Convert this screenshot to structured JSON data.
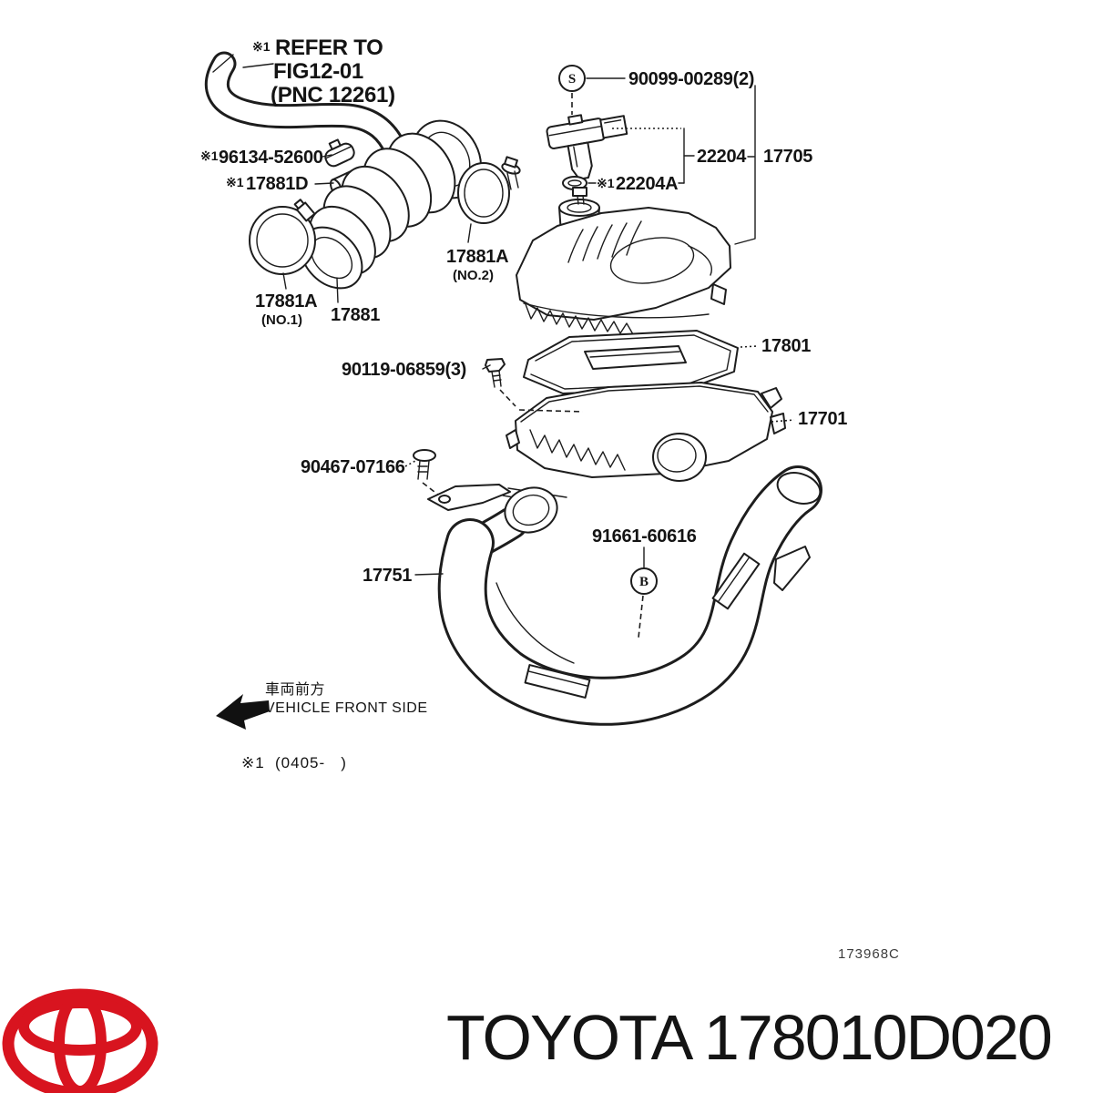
{
  "palette": {
    "ink": "#1d1d1d",
    "red": "#d8141f",
    "gray": "#3c3c3c"
  },
  "note": {
    "prefix": "※1",
    "line1": "REFER TO",
    "line2": "FIG12-01",
    "line3": "(PNC 12261)"
  },
  "callouts": {
    "hose_clamp": {
      "prefix": "※1",
      "number": "96134-52600"
    },
    "hose_connector": {
      "prefix": "※1",
      "number": "17881D"
    },
    "clamp_no1": {
      "number": "17881A",
      "note": "(NO.1)"
    },
    "air_hose": {
      "number": "17881"
    },
    "clamp_no2": {
      "number": "17881A",
      "note": "(NO.2)"
    },
    "sensor_screw": {
      "number": "90099-00289(2)",
      "marker": "S"
    },
    "maf_meter": {
      "number": "22204"
    },
    "cap_assy": {
      "number": "17705"
    },
    "oring": {
      "prefix": "※1",
      "number": "22204A"
    },
    "element": {
      "number": "17801"
    },
    "case_bolt": {
      "number": "90119-06859(3)"
    },
    "case_lower": {
      "number": "17701"
    },
    "duct_clip": {
      "number": "90467-07166"
    },
    "inlet_duct": {
      "number": "17751"
    },
    "duct_bolt": {
      "number": "91661-60616",
      "marker": "B"
    }
  },
  "orientation": {
    "jp": "車両前方",
    "en": "VEHICLE FRONT SIDE"
  },
  "footnote": {
    "prefix": "※1",
    "range": "(0405-   )"
  },
  "figure_code": "173968C",
  "footer_title": "TOYOTA 178010D020"
}
